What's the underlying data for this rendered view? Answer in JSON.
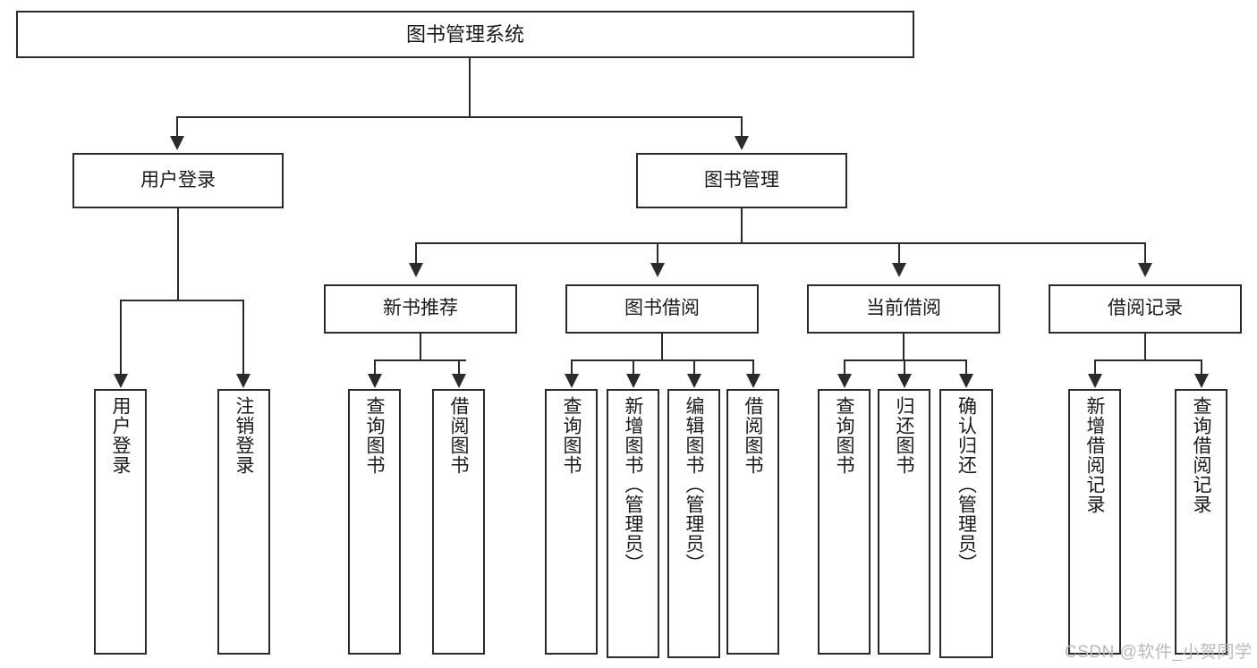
{
  "diagram": {
    "type": "tree-hierarchy",
    "title": "图书管理系统",
    "root": {
      "id": "root",
      "label": "图书管理系统",
      "orientation": "horizontal"
    },
    "level1": [
      {
        "id": "user-login",
        "label": "用户登录",
        "orientation": "horizontal"
      },
      {
        "id": "book-management",
        "label": "图书管理",
        "orientation": "horizontal"
      }
    ],
    "level2": [
      {
        "id": "new-book-recommend",
        "label": "新书推荐",
        "orientation": "horizontal",
        "parent": "book-management"
      },
      {
        "id": "book-borrow",
        "label": "图书借阅",
        "orientation": "horizontal",
        "parent": "book-management"
      },
      {
        "id": "current-borrow",
        "label": "当前借阅",
        "orientation": "horizontal",
        "parent": "book-management"
      },
      {
        "id": "borrow-record",
        "label": "借阅记录",
        "orientation": "horizontal",
        "parent": "book-management"
      }
    ],
    "leaves": [
      {
        "id": "leaf-user-login",
        "label": "用户登录",
        "parent": "user-login",
        "orientation": "vertical"
      },
      {
        "id": "leaf-logout-login",
        "label": "注销登录",
        "parent": "user-login",
        "orientation": "vertical"
      },
      {
        "id": "leaf-query-book-1",
        "label": "查询图书",
        "parent": "new-book-recommend",
        "orientation": "vertical"
      },
      {
        "id": "leaf-borrow-book-1",
        "label": "借阅图书",
        "parent": "new-book-recommend",
        "orientation": "vertical"
      },
      {
        "id": "leaf-query-book-2",
        "label": "查询图书",
        "parent": "book-borrow",
        "orientation": "vertical"
      },
      {
        "id": "leaf-add-book-admin",
        "label": "新增图书（管理员）",
        "parent": "book-borrow",
        "orientation": "vertical"
      },
      {
        "id": "leaf-edit-book-admin",
        "label": "编辑图书（管理员）",
        "parent": "book-borrow",
        "orientation": "vertical"
      },
      {
        "id": "leaf-borrow-book-2",
        "label": "借阅图书",
        "parent": "book-borrow",
        "orientation": "vertical"
      },
      {
        "id": "leaf-query-book-3",
        "label": "查询图书",
        "parent": "current-borrow",
        "orientation": "vertical"
      },
      {
        "id": "leaf-return-book",
        "label": "归还图书",
        "parent": "current-borrow",
        "orientation": "vertical"
      },
      {
        "id": "leaf-confirm-return-admin",
        "label": "确认归还（管理员）",
        "parent": "current-borrow",
        "orientation": "vertical"
      },
      {
        "id": "leaf-add-borrow-record",
        "label": "新增借阅记录",
        "parent": "borrow-record",
        "orientation": "vertical"
      },
      {
        "id": "leaf-query-borrow-record",
        "label": "查询借阅记录",
        "parent": "borrow-record",
        "orientation": "vertical"
      }
    ],
    "colors": {
      "stroke": "#2b2b2b",
      "fill": "#ffffff",
      "text": "#1a1a1a",
      "watermark": "#b9b9b9"
    }
  },
  "watermark": {
    "text": "CSDN @软件_小贺同学"
  }
}
